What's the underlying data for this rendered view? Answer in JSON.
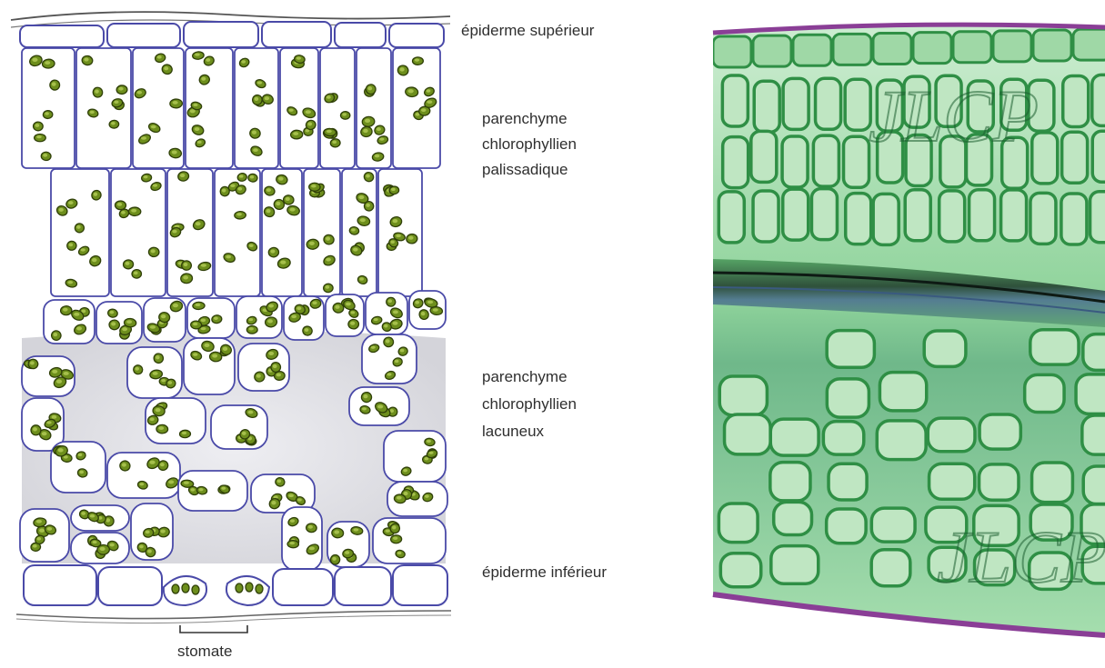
{
  "diagram": {
    "labels": {
      "upper_epidermis": "épiderme supérieur",
      "palisade": [
        "parenchyme",
        "chlorophyllien",
        "palissadique"
      ],
      "spongy": [
        "parenchyme",
        "chlorophyllien",
        "lacuneux"
      ],
      "lower_epidermis": "épiderme inférieur",
      "stomate": "stomate"
    }
  },
  "micrograph": {
    "watermark": "JLCP"
  },
  "colors": {
    "cell_wall": "#4a4aa8",
    "chloroplast": "#6d8e1c",
    "air_space": "#d9d9de",
    "micrograph_green": "#2f8f45",
    "micrograph_cuticle": "#8a3e96"
  }
}
